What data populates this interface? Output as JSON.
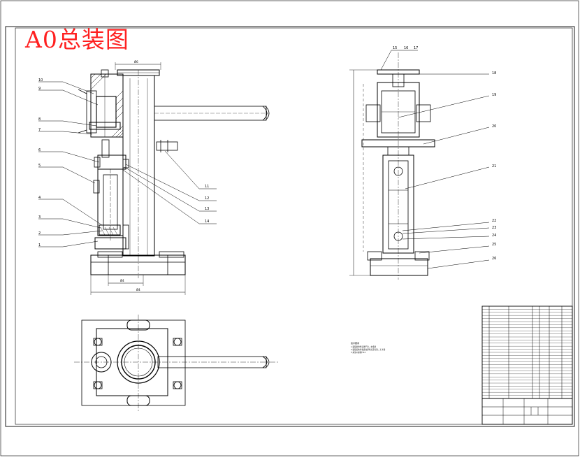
{
  "title": "A0总装图",
  "colors": {
    "line": "#000000",
    "title": "#ff2020",
    "background": "#ffffff"
  },
  "front_view": {
    "dim_top": "Ø6",
    "dim_base_left": "Ø4",
    "dim_base_total": "Ø4",
    "callouts_left": [
      "10",
      "9",
      "8",
      "7",
      "6",
      "5",
      "4",
      "3",
      "2",
      "1"
    ],
    "callouts_right": [
      "11",
      "12",
      "13",
      "14"
    ]
  },
  "side_view": {
    "callouts_top": [
      "15",
      "16",
      "17"
    ],
    "callouts_right": [
      "18",
      "19",
      "20",
      "21",
      "22",
      "23",
      "24",
      "25",
      "26"
    ]
  },
  "notes": {
    "heading": "技术要求",
    "lines": [
      "1.装配前零件清洗干净，去毛刺",
      "2.装配后检查各运动部件灵活可靠，无卡滞",
      "3.未注公差按IT12"
    ]
  },
  "title_block": {
    "rows": 30
  }
}
